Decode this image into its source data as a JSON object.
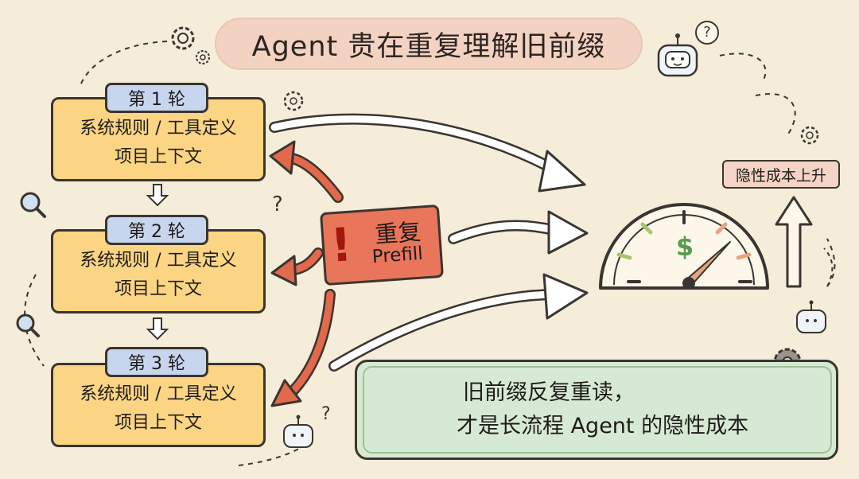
{
  "title": "Agent 贵在重复理解旧前缀",
  "rounds": [
    {
      "tag": "第 1 轮",
      "line1": "系统规则 / 工具定义",
      "line2": "项目上下文"
    },
    {
      "tag": "第 2 轮",
      "line1": "系统规则 / 工具定义",
      "line2": "项目上下文"
    },
    {
      "tag": "第 3 轮",
      "line1": "系统规则 / 工具定义",
      "line2": "项目上下文"
    }
  ],
  "prefill": {
    "bang": "!",
    "line1": "重复",
    "line2": "Prefill"
  },
  "gauge": {
    "symbol": "$"
  },
  "cost_label": "隐性成本上升",
  "callout": {
    "line1": "旧前缀反复重读，",
    "line2": "才是长流程 Agent 的隐性成本"
  },
  "doodles": {
    "question_mark": "?"
  },
  "colors": {
    "background": "#f6ecda",
    "round_box": "#fbd583",
    "round_tag": "#c7d6ee",
    "prefill": "#e9765a",
    "arrow_red": "#e2694c",
    "callout": "#d6ead3",
    "gauge_needle": "#e9a37f",
    "dollar": "#5a9a4f"
  },
  "icons": [
    "gear-icon",
    "magnifier-icon",
    "robot-icon",
    "question-icon",
    "dollar-icon",
    "up-arrow-icon"
  ]
}
